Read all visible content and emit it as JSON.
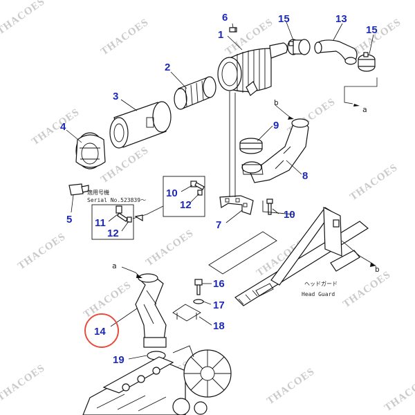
{
  "watermark": "THACOES",
  "colors": {
    "callout": "#1a28b8",
    "highlight": "#e74c3c",
    "line": "#111111"
  },
  "callouts": {
    "c1": "1",
    "c2": "2",
    "c3": "3",
    "c4": "4",
    "c5": "5",
    "c6": "6",
    "c7": "7",
    "c8": "8",
    "c9": "9",
    "c10a": "10",
    "c10b": "10",
    "c11": "11",
    "c12a": "12",
    "c12b": "12",
    "c13": "13",
    "c14": "14",
    "c15a": "15",
    "c15b": "15",
    "c16": "16",
    "c17": "17",
    "c18": "18",
    "c19": "19"
  },
  "refs": {
    "a_top": "a",
    "b_top": "b",
    "a_left": "a",
    "b_right": "b"
  },
  "serial_note": {
    "jp": "適用号機",
    "serial": "Serial No.523839～"
  },
  "guard_label": {
    "jp": "ヘッドガード",
    "en": "Head Guard"
  }
}
